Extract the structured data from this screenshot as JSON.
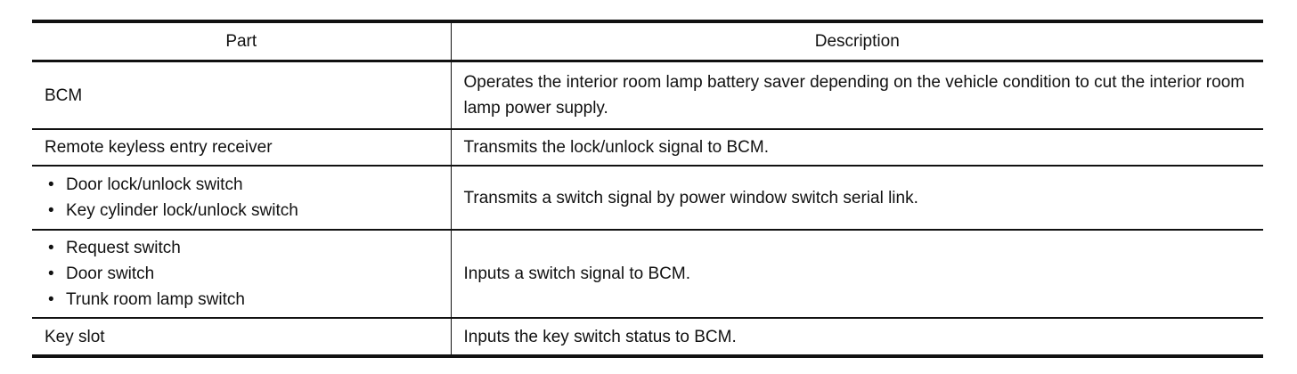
{
  "table": {
    "headers": {
      "part": "Part",
      "description": "Description"
    },
    "rows": [
      {
        "part": "BCM",
        "description": "Operates the interior room lamp battery saver depending on the vehicle condition to cut the interior room lamp power supply."
      },
      {
        "part": "Remote keyless entry receiver",
        "description": "Transmits the lock/unlock signal to BCM."
      },
      {
        "part_items": [
          "Door lock/unlock switch",
          "Key cylinder lock/unlock switch"
        ],
        "description": "Transmits a switch signal by power window switch serial link."
      },
      {
        "part_items": [
          "Request switch",
          "Door switch",
          "Trunk room lamp switch"
        ],
        "description": "Inputs a switch signal to BCM."
      },
      {
        "part": "Key slot",
        "description": "Inputs the key switch status to BCM."
      }
    ]
  }
}
